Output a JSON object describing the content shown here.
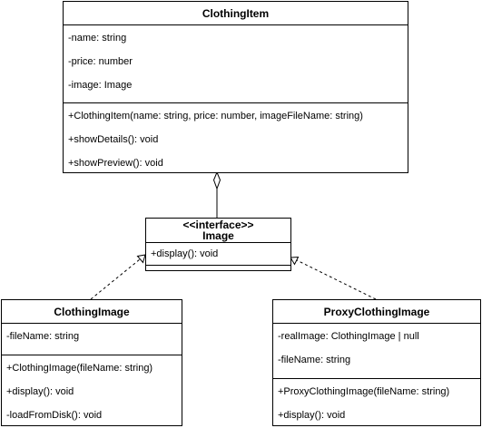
{
  "classes": {
    "clothing_item": {
      "name": "ClothingItem",
      "attributes": [
        "-name: string",
        "-price: number",
        "-image: Image"
      ],
      "operations": [
        "+ClothingItem(name: string, price: number, imageFileName: string)",
        "+showDetails(): void",
        "+showPreview(): void"
      ]
    },
    "image": {
      "stereotype": "<<interface>>",
      "name": "Image",
      "operations": [
        "+display(): void"
      ]
    },
    "clothing_image": {
      "name": "ClothingImage",
      "attributes": [
        "-fileName: string"
      ],
      "operations": [
        "+ClothingImage(fileName: string)",
        "+display(): void",
        "-loadFromDisk(): void"
      ]
    },
    "proxy_clothing_image": {
      "name": "ProxyClothingImage",
      "attributes": [
        "-realImage: ClothingImage | null",
        "-fileName: string"
      ],
      "operations": [
        "+ProxyClothingImage(fileName: string)",
        "+display(): void"
      ]
    }
  },
  "relations": [
    {
      "type": "aggregation",
      "from": "ClothingItem",
      "to": "Image"
    },
    {
      "type": "realization",
      "from": "ClothingImage",
      "to": "Image"
    },
    {
      "type": "realization",
      "from": "ProxyClothingImage",
      "to": "Image"
    }
  ],
  "colors": {
    "stroke": "#000000",
    "background": "#ffffff"
  }
}
